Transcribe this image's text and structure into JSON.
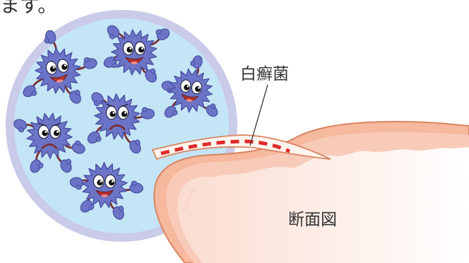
{
  "intro_text": "ます。",
  "labels": {
    "fungus": "白癬菌",
    "cross_section": "断面図"
  },
  "colors": {
    "magnify_circle_fill": "#c4e5f6",
    "magnify_circle_border": "#c9cbe8",
    "germ_body": "#6b74c6",
    "germ_outline": "#4a50a3",
    "germ_limb": "#7b3030",
    "germ_mouth": "#b8322f",
    "germ_tongue": "#f08a8a",
    "skin_outer": "#f6b99e",
    "skin_outline": "#d9845f",
    "skin_inner": "#f8cbb9",
    "skin_core": "#fde7de",
    "nail_strip": "#fff4ee",
    "fungus_marks": "#e02a2a",
    "text": "#333333"
  }
}
